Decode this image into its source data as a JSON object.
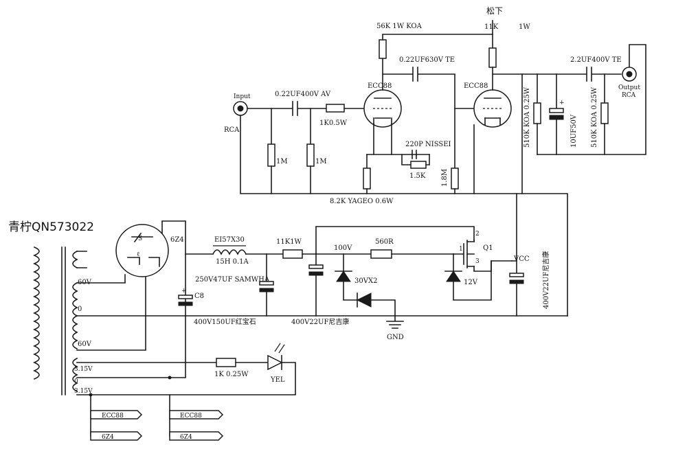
{
  "labels": {
    "transformer_title": "青柠QN573022",
    "top_mark": "松下",
    "r_plate1": "56K 1W KOA",
    "r_plate2": "11K",
    "r_plate2_w": "1W",
    "c_coupling": "0.22UF630V TE",
    "c_out": "2.2UF400V TE",
    "output_jack": "Output",
    "output_rca": "RCA",
    "input_jack": "Input",
    "input_rca": "RCA",
    "c_in": "0.22UF400V AV",
    "r_grid": "1K0.5W",
    "tube1": "ECC88",
    "tube2": "ECC88",
    "r_1m_a": "1M",
    "r_1m_b": "1M",
    "c_220p": "220P NISSEI",
    "r_1k5": "1.5K",
    "r_1m8": "1.8M",
    "r_cathode": "8.2K YAGEO 0.6W",
    "r_510k_a": "510K KOA 0.25W",
    "c_10uf": "10UF50V",
    "r_510k_b": "510K KOA 0.25W",
    "rect_tube": "6Z4",
    "choke": "EI57X30",
    "choke_spec": "15H 0.1A",
    "c_250v": "250V47UF SAMWHA",
    "c8": "C8",
    "r_11k": "11K1W",
    "v_100": "100V",
    "r_560": "560R",
    "zener_30": "30VX2",
    "q1": "Q1",
    "vcc": "VCC",
    "z_12v": "12V",
    "c_400v150": "400V150UF红宝石",
    "c_400v22a": "400V22UF尼吉康",
    "c_400v22b": "400V22UF尼吉康",
    "gnd": "GND",
    "tap_60a": "60V",
    "tap_0": "0",
    "tap_60b": "60V",
    "tap_315a": "3.15V",
    "tap_0b": "0",
    "tap_315b": "3.15V",
    "r_1k": "1K 0.25W",
    "led": "YEL",
    "q_pin1": "1",
    "q_pin2": "2",
    "q_pin3": "3",
    "tag_ecc88_a": "ECC88",
    "tag_6z4_a": "6Z4",
    "tag_ecc88_b": "ECC88",
    "tag_6z4_b": "6Z4"
  }
}
